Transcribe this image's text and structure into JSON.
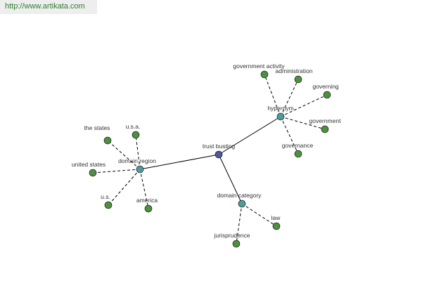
{
  "banner": {
    "url": "http://www.artikata.com"
  },
  "colors": {
    "root": "#4a5a9a",
    "hub": "#4f9a9a",
    "leaf": "#4f8f3f",
    "edge": "#000000"
  },
  "graph": {
    "nodes": [
      {
        "id": "trust-busting",
        "label": "trust busting",
        "kind": "root"
      },
      {
        "id": "domain-region",
        "label": "domain region",
        "kind": "hub"
      },
      {
        "id": "hypernym",
        "label": "hypernym",
        "kind": "hub"
      },
      {
        "id": "domain-category",
        "label": "domain category",
        "kind": "hub"
      },
      {
        "id": "the-states",
        "label": "the states",
        "kind": "leaf"
      },
      {
        "id": "usa",
        "label": "u.s.a.",
        "kind": "leaf"
      },
      {
        "id": "united-states",
        "label": "united states",
        "kind": "leaf"
      },
      {
        "id": "us",
        "label": "u.s.",
        "kind": "leaf"
      },
      {
        "id": "america",
        "label": "america",
        "kind": "leaf"
      },
      {
        "id": "government-activity",
        "label": "government activity",
        "kind": "leaf"
      },
      {
        "id": "administration",
        "label": "administration",
        "kind": "leaf"
      },
      {
        "id": "governing",
        "label": "governing",
        "kind": "leaf"
      },
      {
        "id": "government",
        "label": "government",
        "kind": "leaf"
      },
      {
        "id": "governance",
        "label": "governance",
        "kind": "leaf"
      },
      {
        "id": "law",
        "label": "law",
        "kind": "leaf"
      },
      {
        "id": "jurisprudence",
        "label": "jurisprudence",
        "kind": "leaf"
      }
    ],
    "edges": [
      {
        "from": "trust-busting",
        "to": "domain-region",
        "style": "solid"
      },
      {
        "from": "trust-busting",
        "to": "hypernym",
        "style": "solid"
      },
      {
        "from": "trust-busting",
        "to": "domain-category",
        "style": "solid"
      },
      {
        "from": "domain-region",
        "to": "the-states",
        "style": "dashed"
      },
      {
        "from": "domain-region",
        "to": "usa",
        "style": "dashed"
      },
      {
        "from": "domain-region",
        "to": "united-states",
        "style": "dashed"
      },
      {
        "from": "domain-region",
        "to": "us",
        "style": "dashed"
      },
      {
        "from": "domain-region",
        "to": "america",
        "style": "dashed"
      },
      {
        "from": "hypernym",
        "to": "government-activity",
        "style": "dashed"
      },
      {
        "from": "hypernym",
        "to": "administration",
        "style": "dashed"
      },
      {
        "from": "hypernym",
        "to": "governing",
        "style": "dashed"
      },
      {
        "from": "hypernym",
        "to": "government",
        "style": "dashed"
      },
      {
        "from": "hypernym",
        "to": "governance",
        "style": "dashed"
      },
      {
        "from": "domain-category",
        "to": "law",
        "style": "dashed"
      },
      {
        "from": "domain-category",
        "to": "jurisprudence",
        "style": "dashed"
      }
    ]
  }
}
